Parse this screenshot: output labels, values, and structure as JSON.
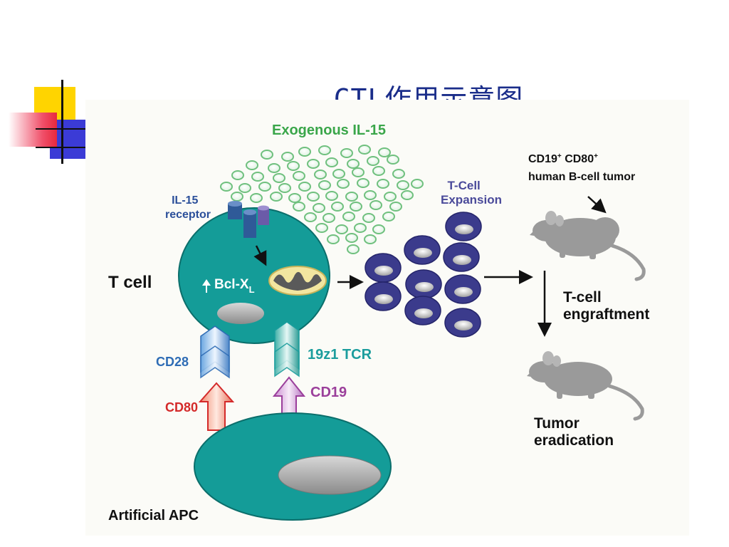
{
  "slide": {
    "title": "CTL作用示意图"
  },
  "diagram": {
    "exogenous_label": "Exogenous IL-15",
    "receptor_label_line1": "IL-15",
    "receptor_label_line2": "receptor",
    "tcell_label": "T cell",
    "bcl_text": "Bcl-X",
    "bcl_sub": "L",
    "expansion_line1": "T-Cell",
    "expansion_line2": "Expansion",
    "tumor_line1_a": "CD19",
    "tumor_line1_a_sup": "+",
    "tumor_line1_b": " CD80",
    "tumor_line1_b_sup": "+",
    "tumor_line2": "human B-cell tumor",
    "engraft_line1": "T-cell",
    "engraft_line2": "engraftment",
    "eradication_line1": "Tumor",
    "eradication_line2": "eradication",
    "cd28_label": "CD28",
    "cd80_label": "CD80",
    "tcr_label": "19z1 TCR",
    "cd19_label": "CD19",
    "apc_label": "Artificial APC"
  },
  "colors": {
    "title": "#1a2d8a",
    "cell_teal": "#149c98",
    "il15_green": "#7cc98a",
    "exogenous_green": "#3aa64a",
    "receptor_blue": "#2b4f9a",
    "expansion_purple": "#4a4a9a",
    "cd28_blue": "#2e6cb5",
    "cd80_red": "#d42a2a",
    "tcr_teal": "#1b9d9d",
    "cd19_purple": "#9b3f9b",
    "mouse_gray": "#9a9a9a"
  }
}
